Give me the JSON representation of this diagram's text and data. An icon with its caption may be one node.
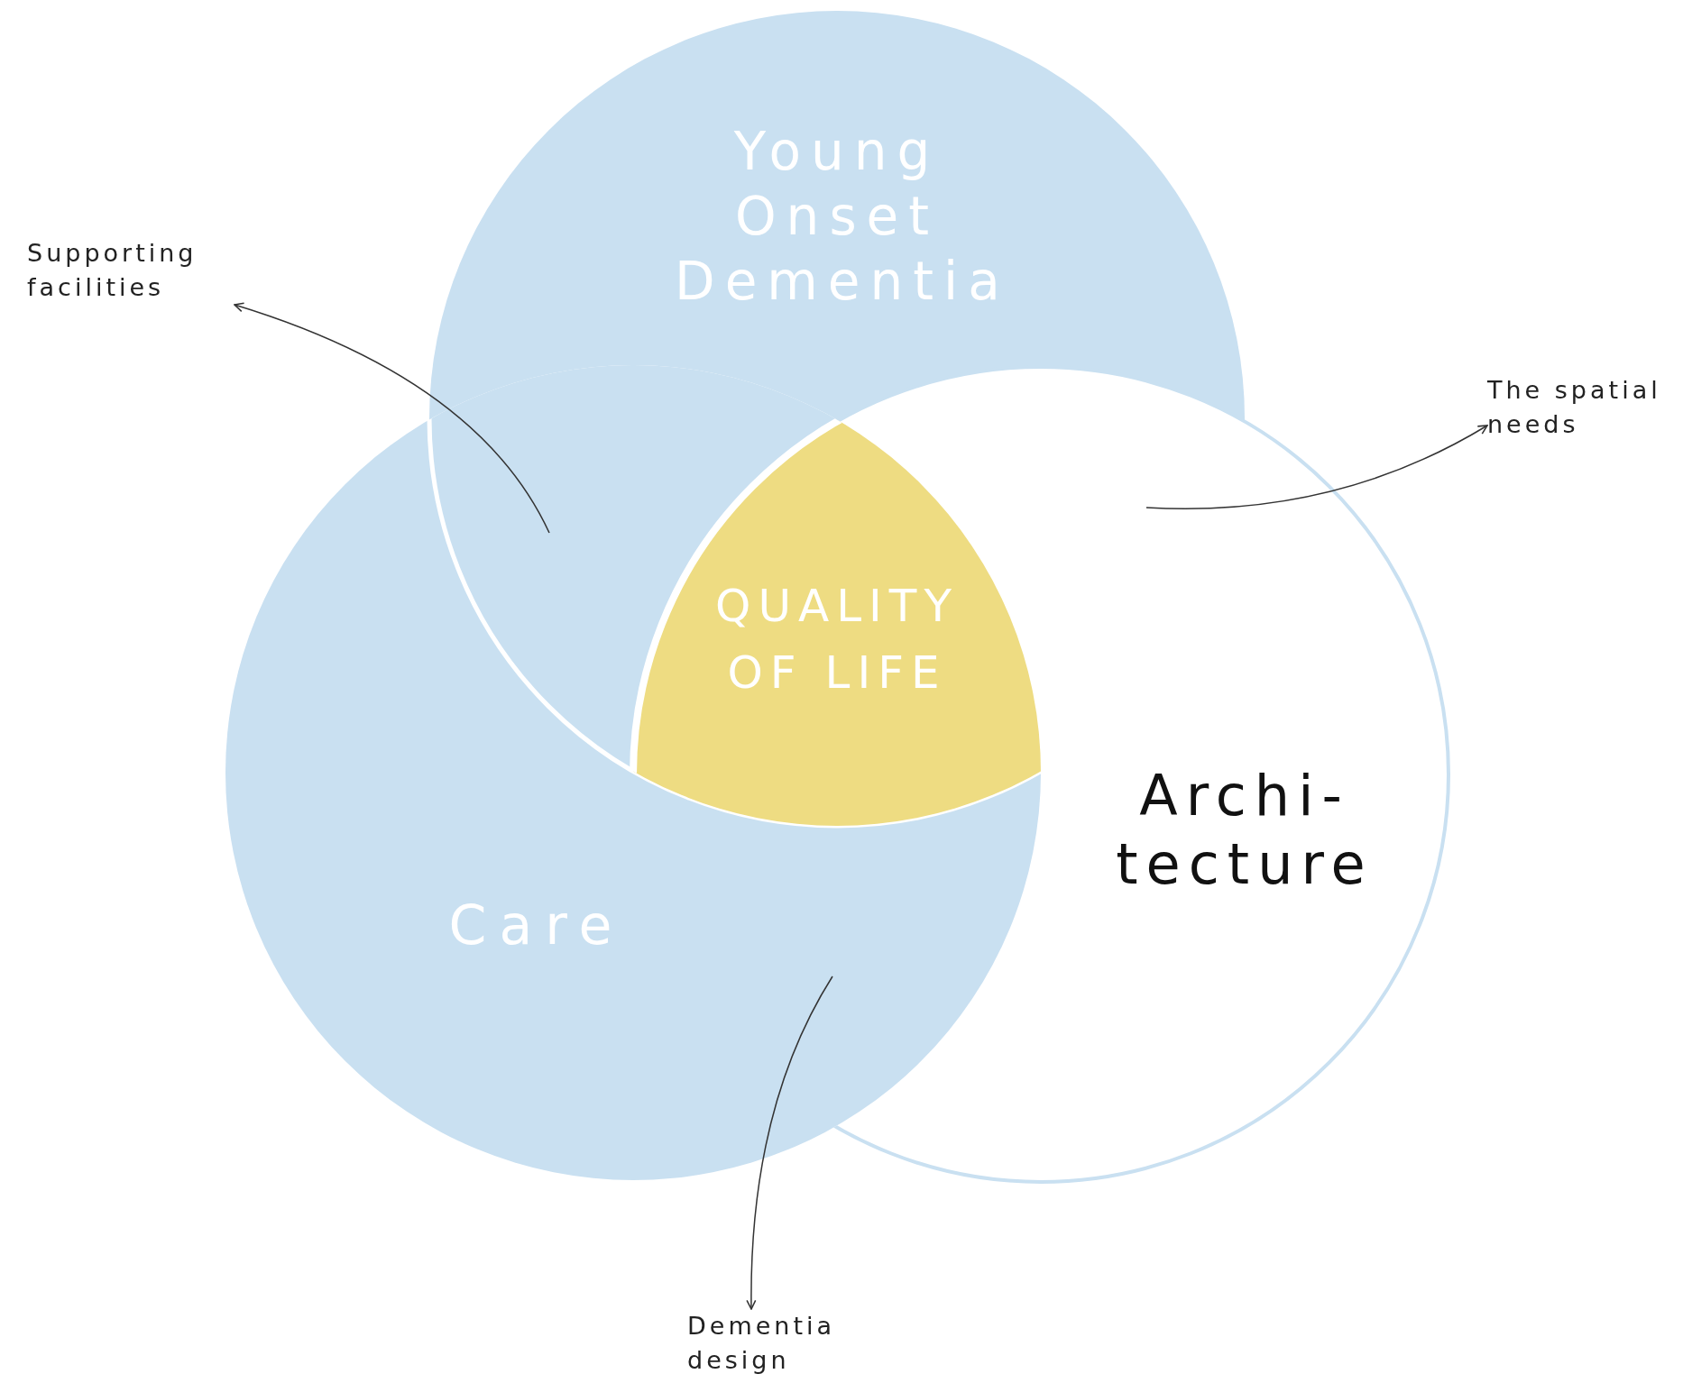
{
  "diagram": {
    "nodes": [
      {
        "text": [
          "Young Onset Dementia"
        ]
      },
      {
        "text": [
          "Care"
        ]
      },
      {
        "text": [
          "Archi- tecture"
        ]
      },
      {
        "text": [
          "QUALITY OF LIFE"
        ]
      },
      {
        "text": [
          "Supporting facilities"
        ]
      },
      {
        "text": [
          "The spatial needs"
        ]
      },
      {
        "text": [
          "Dementia design"
        ]
      }
    ],
    "edges": [
      {
        "from": 0,
        "to": 4,
        "arrow": "to"
      },
      {
        "from": 2,
        "to": 5,
        "arrow": "to"
      },
      {
        "from": 1,
        "to": 6,
        "arrow": "to"
      }
    ]
  }
}
